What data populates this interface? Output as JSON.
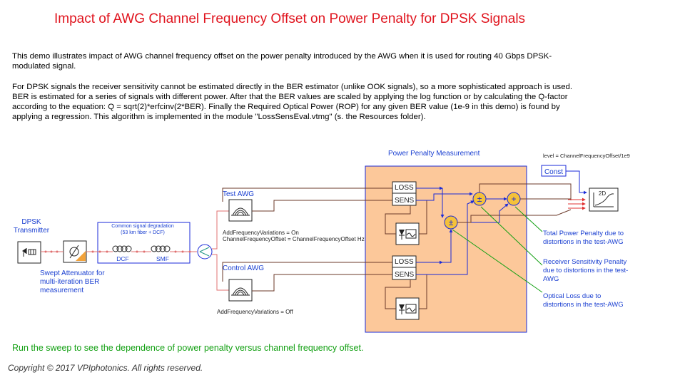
{
  "title": "Impact of AWG Channel Frequency Offset on Power Penalty for DPSK Signals",
  "description": {
    "p1": "This demo illustrates impact of AWG channel frequency offset on the power penalty introduced by the AWG when it is used for routing 40 Gbps DPSK-modulated signal.",
    "p2": "For DPSK signals the receiver sensitivity cannot be estimated directly in the BER estimator (unlike OOK signals), so a more sophisticated approach is used. BER is estimated for a series of signals with different power. After that the BER values are scaled by applying the log function or by calculating the Q-factor according to the equation: Q = sqrt(2)*erfcinv(2*BER). Finally the Required Optical Power (ROP) for any given BER value (1e-9 in this demo) is found by applying a regression. This algorithm is implemented in the module \"LossSensEval.vtmg\" (s. the Resources folder)."
  },
  "diagram": {
    "transmitter": {
      "line1": "DPSK",
      "line2": "Transmitter"
    },
    "attenuator": {
      "line1": "Swept Attenuator for",
      "line2": "multi-iteration BER",
      "line3": "measurement"
    },
    "degradation": {
      "line1": "Common signal degradation",
      "line2": "(53 km fiber + DCF)",
      "dcf": "DCF",
      "smf": "SMF"
    },
    "test_awg": {
      "label": "Test AWG",
      "param1": "AddFrequencyVariations = On",
      "param2": "ChannelFrequencyOffset = ChannelFrequencyOffset Hz"
    },
    "control_awg": {
      "label": "Control AWG",
      "param1": "AddFrequencyVariations = Off"
    },
    "measurement": {
      "title": "Power Penalty Measurement",
      "loss1": "LOSS",
      "sens1": "SENS",
      "loss2": "LOSS",
      "sens2": "SENS"
    },
    "level_expr": "level = ChannelFrequencyOffset/1e9",
    "const_label": "Const",
    "plot_label": "2D",
    "annotations": {
      "total": {
        "line1": "Total Power Penalty due to",
        "line2": "distortions in the test-AWG"
      },
      "sensitivity": {
        "line1": "Receiver Sensitivity Penalty",
        "line2": "due to distortions in the test-",
        "line3": "AWG"
      },
      "optical": {
        "line1": "Optical Loss due to",
        "line2": "distortions in the test-AWG"
      }
    }
  },
  "run_note": "Run the sweep to see the dependence of power penalty versus channel frequency offset.",
  "copyright": "Copyright © 2017 VPIphotonics. All rights reserved.",
  "colors": {
    "title": "#e0141e",
    "label_blue": "#1a3fd1",
    "box_blue": "#1a2ad8",
    "measurement_fill": "#fcc89a",
    "wire_dark": "#6b3a2a",
    "annotation_green": "#13a013",
    "sum_node": "#f5c13a"
  }
}
